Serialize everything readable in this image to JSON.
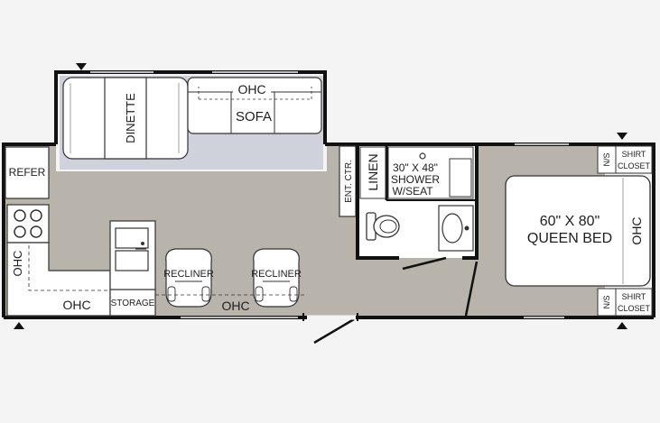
{
  "labels": {
    "dinette": "DINETTE",
    "ohc_top": "OHC",
    "sofa": "SOFA",
    "refer": "REFER",
    "ent_ctr": "ENT. CTR.",
    "linen": "LINEN",
    "shower_line1": "30\" X 48\"",
    "shower_line2": "SHOWER",
    "shower_line3": "W/SEAT",
    "ns_top": "N/S",
    "shirt_closet_top_1": "SHIRT",
    "shirt_closet_top_2": "CLOSET",
    "ns_bottom": "N/S",
    "shirt_closet_bottom_1": "SHIRT",
    "shirt_closet_bottom_2": "CLOSET",
    "bed_line1": "60\" X 80\"",
    "bed_line2": "QUEEN BED",
    "ohc_bed": "OHC",
    "ohc_left": "OHC",
    "ohc_kitchen": "OHC",
    "storage": "STORAGE",
    "recliner_1": "RECLINER",
    "recliner_2": "RECLINER",
    "ohc_bottom": "OHC"
  },
  "colors": {
    "floor": "#b9b4ab",
    "wall": "#111111",
    "furniture": "#ffffff",
    "slide_floor": "#cfd2da"
  }
}
